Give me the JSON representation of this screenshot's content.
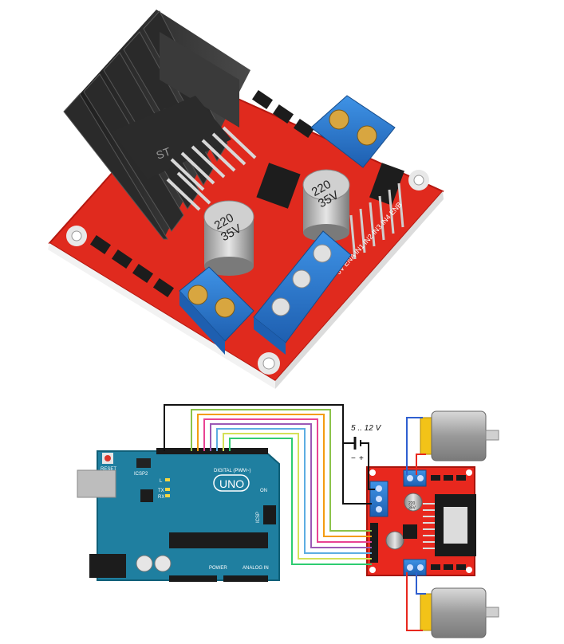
{
  "photo": {
    "cap_marking_large": "220\n35V",
    "cap_marking_small": "220\n35V",
    "chip_marking": "ST",
    "connector_labels": "5V ENA IN1 IN2 IN3 IN4 ENB"
  },
  "arduino": {
    "logo": "UNO",
    "reset_label": "RESET",
    "icsp_label": "ICSP2",
    "icsp_label_right": "ICSP",
    "digital_label": "DIGITAL (PWM~)",
    "power_label": "POWER",
    "analog_label": "ANALOG IN",
    "on_label": "ON",
    "l_label": "L",
    "tx_label": "TX",
    "rx_label": "RX"
  },
  "driver": {
    "cap_marking": "220\n35V"
  },
  "supply": {
    "voltage_label": "5 .. 12 V",
    "minus_sign": "−",
    "plus_sign": "+"
  },
  "colors": {
    "board_red": "#e8281e",
    "arduino_teal": "#1f7fa0",
    "terminal_blue": "#2f7fd0",
    "motor_yellow": "#f2c318"
  }
}
